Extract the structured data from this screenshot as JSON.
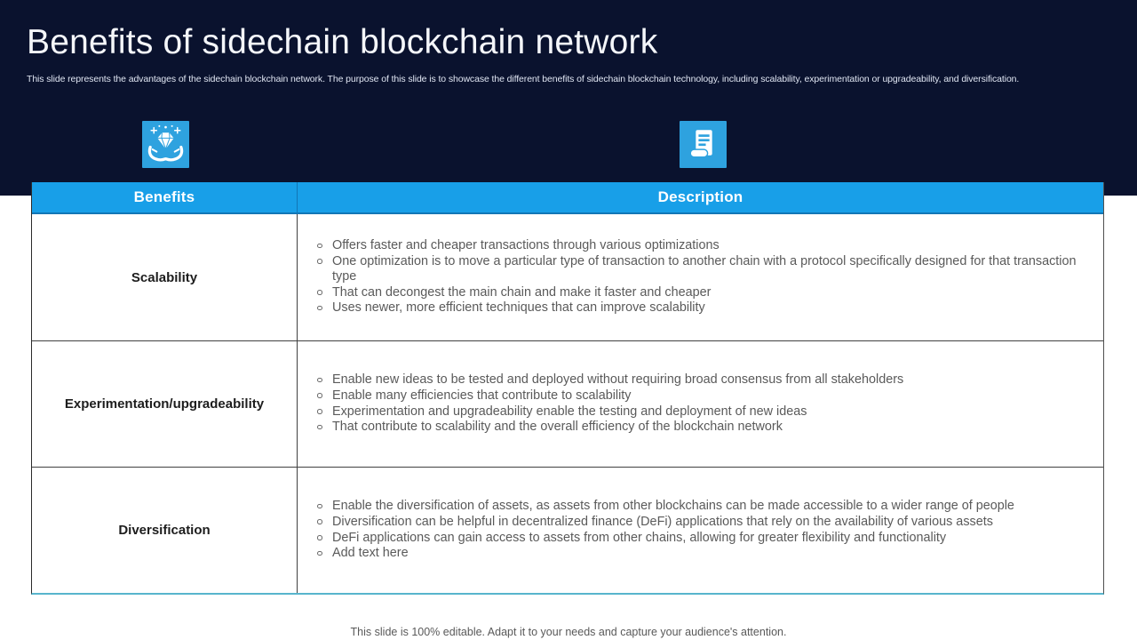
{
  "header": {
    "title": "Benefits of sidechain blockchain network",
    "subtitle": "This slide represents the advantages of the sidechain blockchain network. The purpose of this slide is to showcase the different benefits of sidechain blockchain technology, including scalability, experimentation or upgradeability, and diversification."
  },
  "icons": [
    {
      "name": "diamond-in-hands-icon"
    },
    {
      "name": "scroll-document-icon"
    }
  ],
  "table": {
    "headers": [
      "Benefits",
      "Description"
    ],
    "rows": [
      {
        "benefit": "Scalability",
        "points": [
          "Offers faster and cheaper transactions through various optimizations",
          "One optimization is to move a particular type of transaction to another chain with a protocol specifically designed for that transaction type",
          "That can decongest the main chain and make it faster and cheaper",
          "Uses newer, more efficient techniques that can improve scalability"
        ]
      },
      {
        "benefit": "Experimentation/upgradeability",
        "points": [
          "Enable new ideas to be tested and deployed without requiring broad consensus from all stakeholders",
          "Enable many efficiencies that contribute to scalability",
          "Experimentation and upgradeability enable the testing and deployment of new ideas",
          "That contribute to scalability and the overall efficiency of the blockchain network"
        ]
      },
      {
        "benefit": "Diversification",
        "points": [
          "Enable the diversification of assets, as assets from other blockchains can be made accessible to a wider range of people",
          "Diversification can be helpful in decentralized finance (DeFi) applications that rely on the availability of various assets",
          "DeFi applications can gain access to assets from other chains, allowing for greater flexibility and functionality",
          "Add text here"
        ]
      }
    ]
  },
  "footer": {
    "note": "This slide is 100% editable. Adapt it to your needs and capture your audience's attention."
  },
  "colors": {
    "band_navy": "#0a122e",
    "header_blue": "#189fe8",
    "icon_blue": "#2ea2df",
    "body_text_gray": "#5a5a5a",
    "table_bottom_teal": "#58b5cd"
  }
}
